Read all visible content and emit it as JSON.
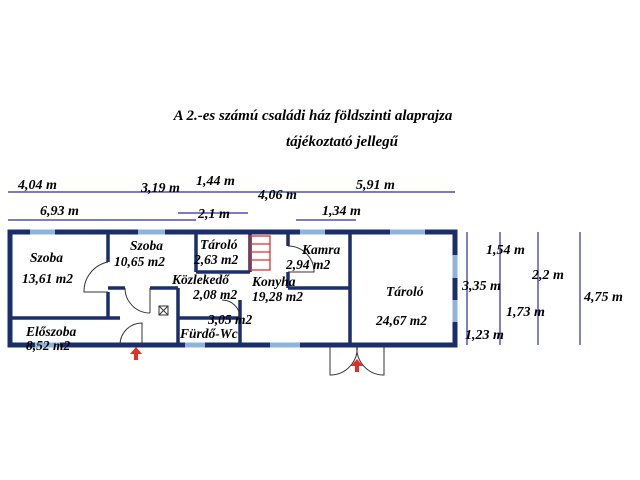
{
  "title": {
    "line1": "A 2.-es számú családi ház földszinti alaprajza",
    "line2": "tájékoztató jellegű"
  },
  "dimensions": {
    "d1": "4,04 m",
    "d2": "3,19 m",
    "d3": "1,44 m",
    "d4": "4,06 m",
    "d5": "5,91 m",
    "d6": "6,93 m",
    "d7": "2,1 m",
    "d8": "1,34 m",
    "d9": "1,54 m",
    "d10": "2,2 m",
    "d11": "3,35 m",
    "d12": "1,73 m",
    "d13": "4,75 m",
    "d14": "1,23 m"
  },
  "rooms": {
    "szoba1_name": "Szoba",
    "szoba1_area": "13,61 m2",
    "szoba2_name": "Szoba",
    "szoba2_area": "10,65 m2",
    "taroloS_name": "Tároló",
    "taroloS_area": "2,63 m2",
    "kozlekedo_name": "Közlekedő",
    "kozlekedo_area": "2,08 m2",
    "konyha_name": "Konyha",
    "konyha_area": "19,28 m2",
    "kamra_name": "Kamra",
    "kamra_area": "2,94 m2",
    "taroloL_name": "Tároló",
    "taroloL_area": "24,67 m2",
    "eloszoba_name": "Előszoba",
    "eloszoba_area": "8,52 m2",
    "furdo_name": "Fürdő-Wc",
    "furdo_area": "3,05 m2"
  },
  "colors": {
    "wall": "#1a2e6b",
    "dimension_line": "#2a2aa8",
    "window": "#8fb4dc",
    "entrance_arrow": "#e0302a",
    "stairs": "#e0302a"
  }
}
